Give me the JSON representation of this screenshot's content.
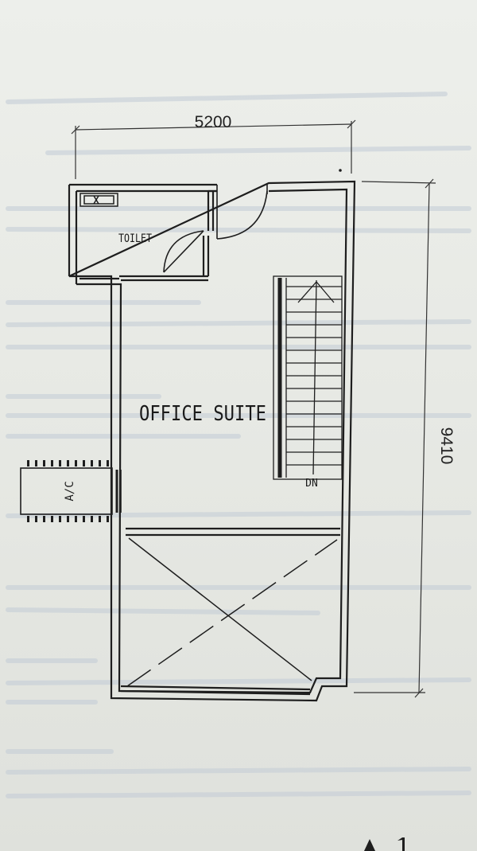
{
  "dimensions": {
    "width": "5200",
    "depth": "9410"
  },
  "rooms": {
    "toilet": "TOILET",
    "office": "OFFICE SUITE"
  },
  "labels": {
    "ac": "A/C",
    "stair_down": "DN"
  },
  "colors": {
    "paper": "#e8eae6",
    "ink": "#1e1e1e",
    "show_through": "#b7c2cf"
  }
}
